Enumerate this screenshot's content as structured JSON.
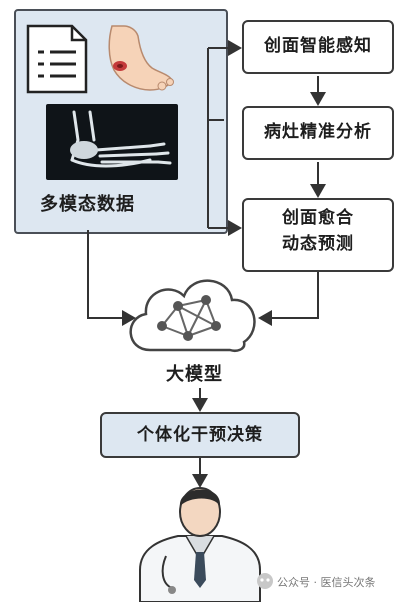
{
  "boxes": {
    "wound_sensing": "创面智能感知",
    "lesion_analysis": "病灶精准分析",
    "healing_prediction_line1": "创面愈合",
    "healing_prediction_line2": "动态预测",
    "intervention": "个体化干预决策"
  },
  "labels": {
    "multimodal_data": "多模态数据",
    "large_model": "大模型"
  },
  "watermark": {
    "text": "公众号 · 医信头次条"
  },
  "colors": {
    "panel_fill": "#dde7f1",
    "box_border": "#3a3a3a",
    "arrow": "#333333",
    "intervention_fill": "#dde7f1"
  },
  "icons": [
    "document-icon",
    "injured-foot-icon",
    "foot-xray-icon",
    "network-cloud-icon",
    "doctor-icon",
    "wechat-icon"
  ]
}
